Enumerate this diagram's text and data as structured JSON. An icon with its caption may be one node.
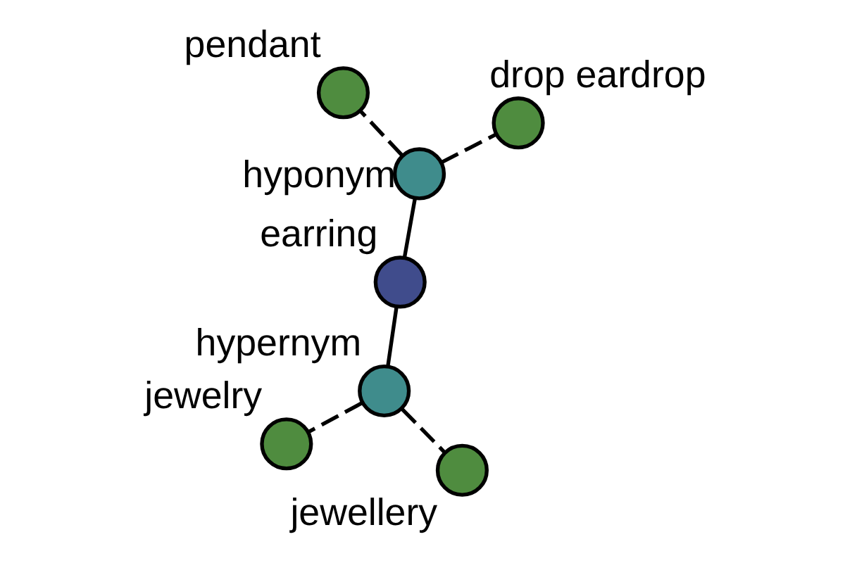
{
  "diagram": {
    "nodes": [
      {
        "text": [
          "earring"
        ]
      },
      {
        "text": [
          "hyponym"
        ]
      },
      {
        "text": [
          "hypernym"
        ]
      },
      {
        "text": [
          "pendant"
        ]
      },
      {
        "text": [
          "drop eardrop"
        ]
      },
      {
        "text": [
          "jewellery"
        ]
      },
      {
        "text": [
          "jewelry"
        ]
      }
    ],
    "edges": [
      {
        "from": 0,
        "to": 1,
        "arrow": "none"
      },
      {
        "from": 0,
        "to": 2,
        "arrow": "none"
      },
      {
        "from": 1,
        "to": 3,
        "arrow": "none",
        "style": "dashed"
      },
      {
        "from": 1,
        "to": 4,
        "arrow": "none",
        "style": "dashed"
      },
      {
        "from": 2,
        "to": 5,
        "arrow": "none",
        "style": "dashed"
      },
      {
        "from": 2,
        "to": 6,
        "arrow": "none",
        "style": "dashed"
      }
    ]
  }
}
